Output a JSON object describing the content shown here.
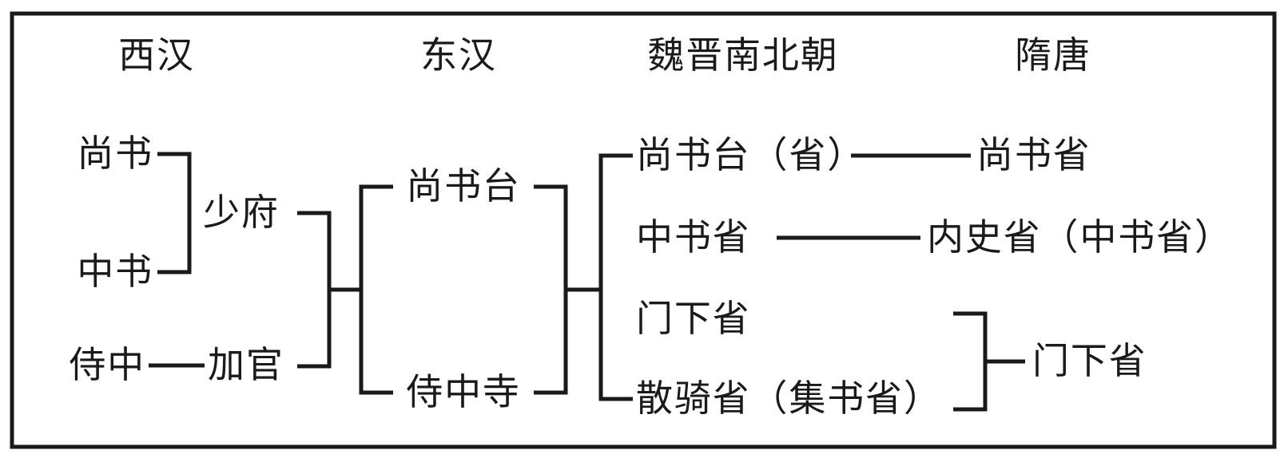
{
  "diagram": {
    "title_present": false,
    "border_color": "#1a1a1c",
    "line_color": "#1a1a1c",
    "background": "#ffffff",
    "columns": [
      {
        "id": "western-han",
        "header": "西汉"
      },
      {
        "id": "eastern-han",
        "header": "东汉"
      },
      {
        "id": "wei-jin-nanbeichao",
        "header": "魏晋南北朝"
      },
      {
        "id": "sui-tang",
        "header": "隋唐"
      }
    ],
    "nodes": {
      "shangshu": "尚书",
      "zhongshu": "中书",
      "shaofu": "少府",
      "shizhong": "侍中",
      "jiaguan": "加官",
      "shangshutai": "尚书台",
      "shizhongsi": "侍中寺",
      "shangshutai_sheng": "尚书台（省）",
      "zhongshusheng": "中书省",
      "menxiasheng_wei": "门下省",
      "sanqisheng_jishusheng": "散骑省（集书省）",
      "shangshusheng": "尚书省",
      "neishisheng_zhongshusheng": "内史省（中书省）",
      "menxiasheng_sui": "门下省"
    }
  }
}
